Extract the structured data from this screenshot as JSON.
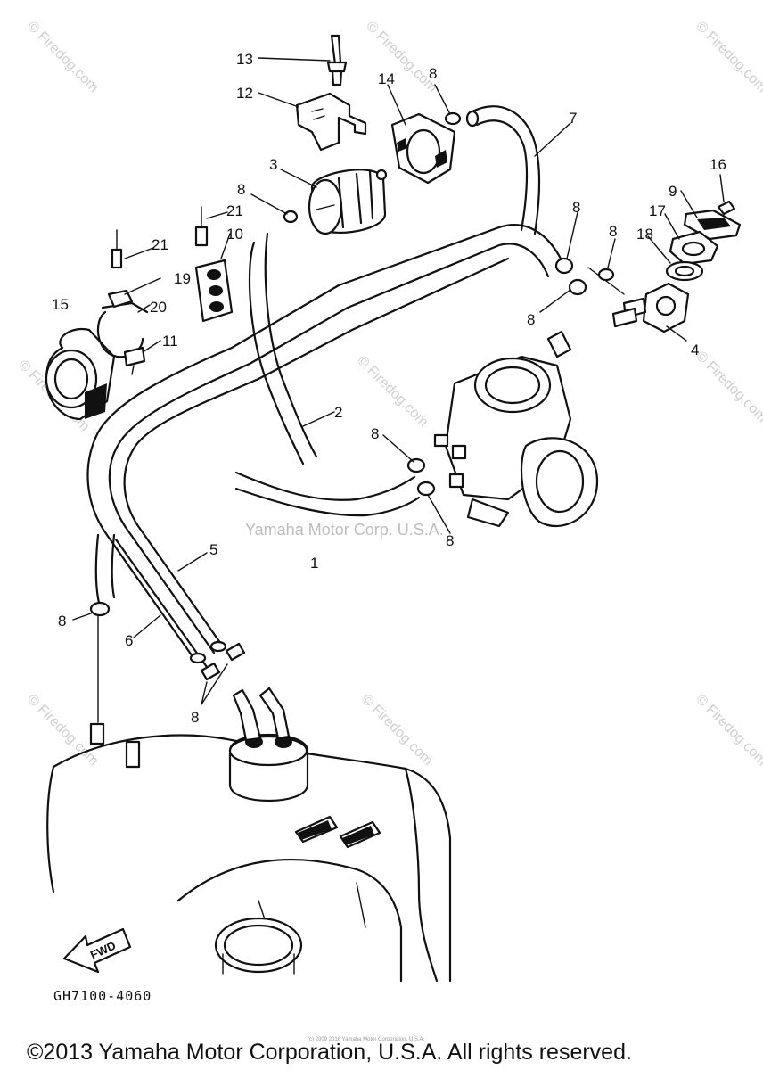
{
  "diagram": {
    "callouts": [
      {
        "id": "c13",
        "label": "13"
      },
      {
        "id": "c12",
        "label": "12"
      },
      {
        "id": "c14",
        "label": "14"
      },
      {
        "id": "c8a",
        "label": "8"
      },
      {
        "id": "c7",
        "label": "7"
      },
      {
        "id": "c3",
        "label": "3"
      },
      {
        "id": "c8b",
        "label": "8"
      },
      {
        "id": "c21a",
        "label": "21"
      },
      {
        "id": "c10",
        "label": "10"
      },
      {
        "id": "c21b",
        "label": "21"
      },
      {
        "id": "c19",
        "label": "19"
      },
      {
        "id": "c20",
        "label": "20"
      },
      {
        "id": "c15",
        "label": "15"
      },
      {
        "id": "c11",
        "label": "11"
      },
      {
        "id": "c16",
        "label": "16"
      },
      {
        "id": "c9",
        "label": "9"
      },
      {
        "id": "c17",
        "label": "17"
      },
      {
        "id": "c18",
        "label": "18"
      },
      {
        "id": "c8c",
        "label": "8"
      },
      {
        "id": "c8d",
        "label": "8"
      },
      {
        "id": "c8e",
        "label": "8"
      },
      {
        "id": "c4",
        "label": "4"
      },
      {
        "id": "c2",
        "label": "2"
      },
      {
        "id": "c8f",
        "label": "8"
      },
      {
        "id": "c8g",
        "label": "8"
      },
      {
        "id": "c5",
        "label": "5"
      },
      {
        "id": "c1",
        "label": "1"
      },
      {
        "id": "c8h",
        "label": "8"
      },
      {
        "id": "c6",
        "label": "6"
      },
      {
        "id": "c8i",
        "label": "8"
      }
    ],
    "part_number": "GH7100-4060",
    "fwd_label": "FWD",
    "watermarks": {
      "firedog": "© Firedog.com",
      "yamaha": "Yamaha Motor Corp. U.S.A."
    },
    "small_copyright": "(c) 2009 2016 Yamaha Motor Corporation, U.S.A."
  },
  "footer": {
    "copyright": "©2013 Yamaha Motor Corporation, U.S.A. All rights reserved."
  }
}
